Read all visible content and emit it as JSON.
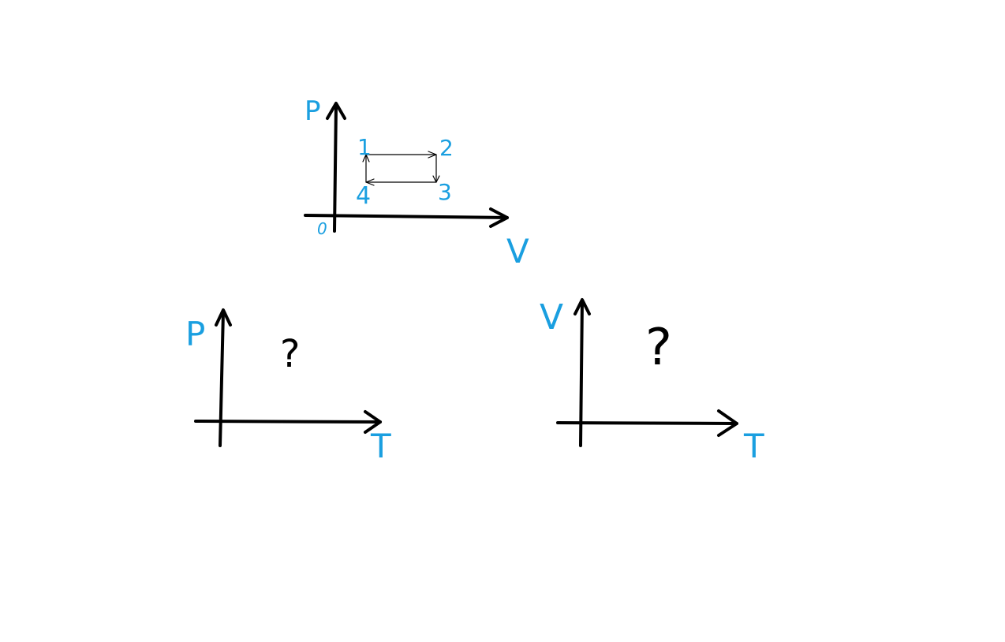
{
  "diagram": {
    "accent_color": "#1a9fe0",
    "ink_color": "#000000",
    "pv_graph": {
      "y_label": "P",
      "x_label": "V",
      "origin_label": "0",
      "points": [
        "1",
        "2",
        "3",
        "4"
      ]
    },
    "pt_graph": {
      "y_label": "P",
      "x_label": "T",
      "unknown": "?"
    },
    "vt_graph": {
      "y_label": "V",
      "x_label": "T",
      "unknown": "?"
    }
  }
}
